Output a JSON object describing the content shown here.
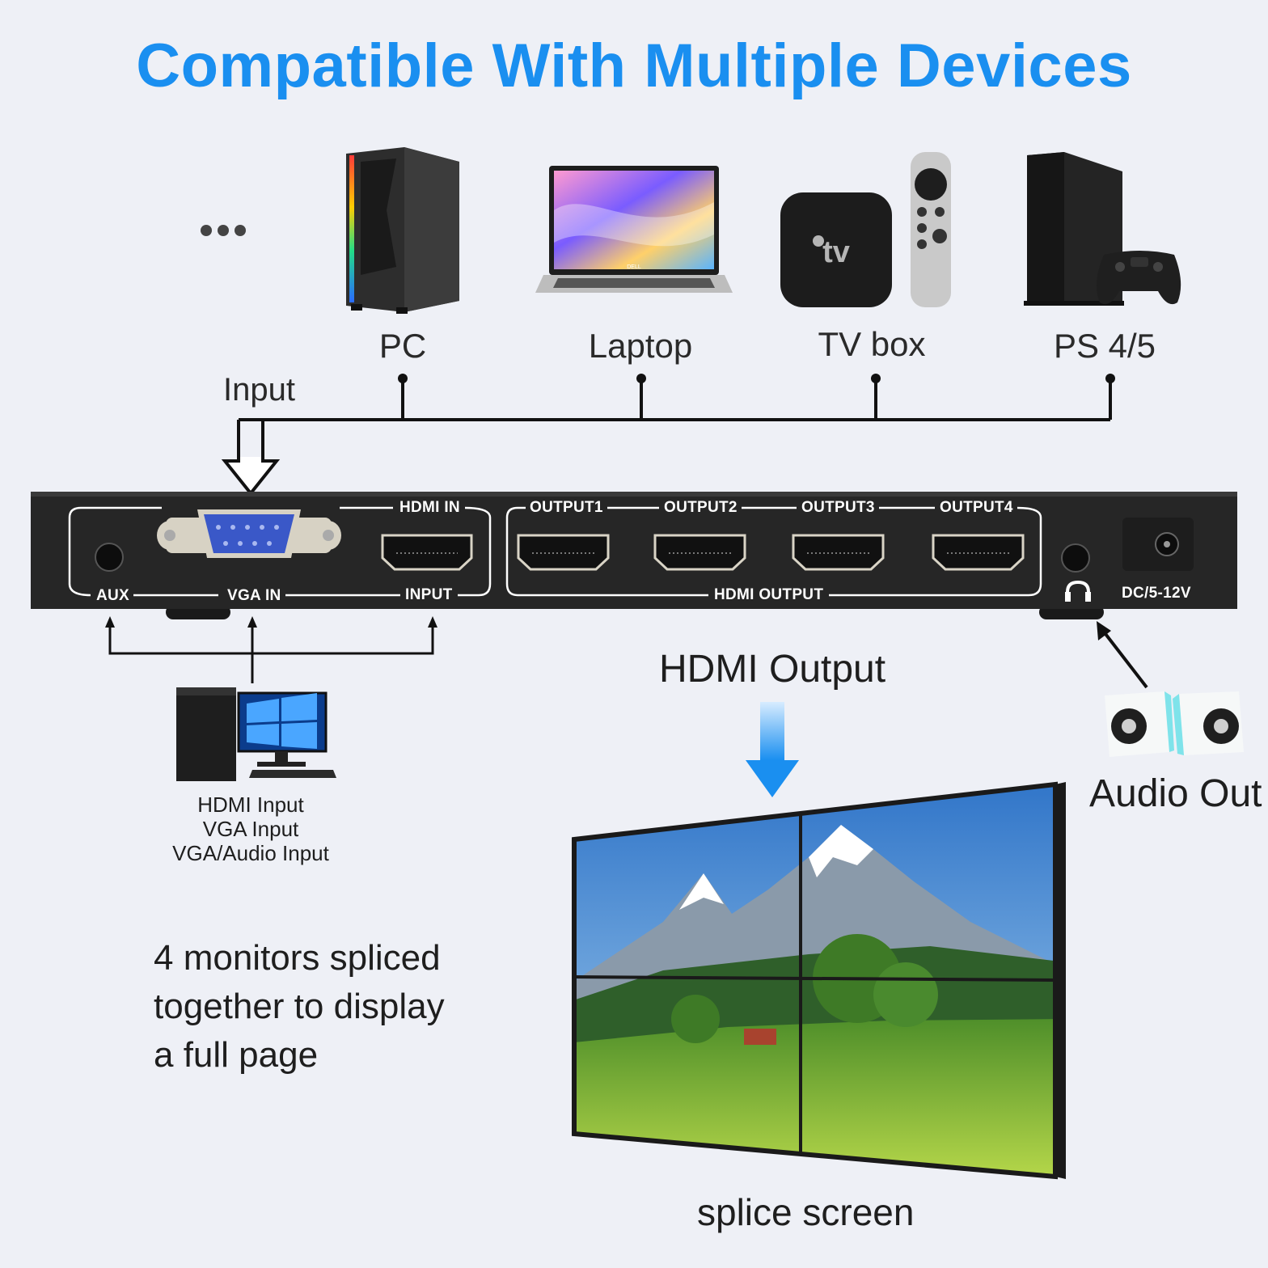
{
  "title": "Compatible With Multiple Devices",
  "devices": {
    "more": "...",
    "pc": "PC",
    "laptop": "Laptop",
    "tvbox": "TV box",
    "ps": "PS 4/5"
  },
  "tv_logo": "tv",
  "laptop_brand": "DELL",
  "input_label": "Input",
  "panel": {
    "hdmi_in": "HDMI IN",
    "output1": "OUTPUT1",
    "output2": "OUTPUT2",
    "output3": "OUTPUT3",
    "output4": "OUTPUT4",
    "aux": "AUX",
    "vga_in": "VGA IN",
    "input": "INPUT",
    "hdmi_output": "HDMI OUTPUT",
    "dc": "DC/5-12V"
  },
  "hdmi_output_label": "HDMI Output",
  "audio_out_label": "Audio Out",
  "computer_inputs": [
    "HDMI Input",
    "VGA Input",
    "VGA/Audio Input"
  ],
  "description": [
    "4 monitors spliced",
    "together to display",
    "a full page"
  ],
  "splice_label": "splice screen",
  "colors": {
    "accent": "#1a8ff0",
    "panel": "#262626"
  }
}
